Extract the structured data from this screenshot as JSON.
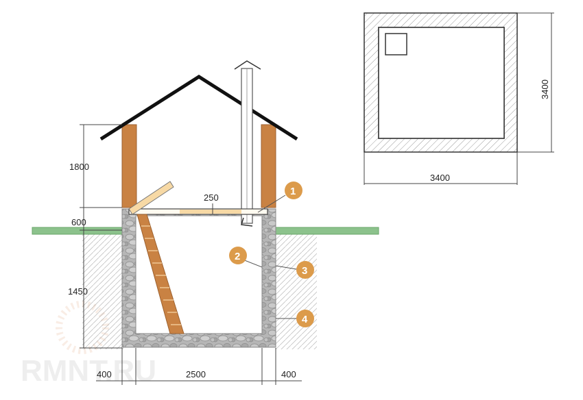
{
  "dimensions": {
    "walls_height_above": "1800",
    "plinth_height": "600",
    "pit_depth": "1450",
    "floor_gap": "250",
    "wall_left": "400",
    "inner_width": "2500",
    "wall_right": "400",
    "plan_width": "3400",
    "plan_depth": "3400"
  },
  "callouts": [
    {
      "number": "1"
    },
    {
      "number": "2"
    },
    {
      "number": "3"
    },
    {
      "number": "4"
    }
  ],
  "watermark": "RMNT.RU",
  "colors": {
    "grass": "#8cc28c",
    "brick": "#c98243",
    "concrete": "#b4b4b4",
    "slab": "#f7d9a5",
    "callout": "#dc9b4b",
    "ink": "#222222"
  },
  "icons": [
    "roof",
    "chimney-pipe",
    "ladder",
    "hatch-door"
  ]
}
